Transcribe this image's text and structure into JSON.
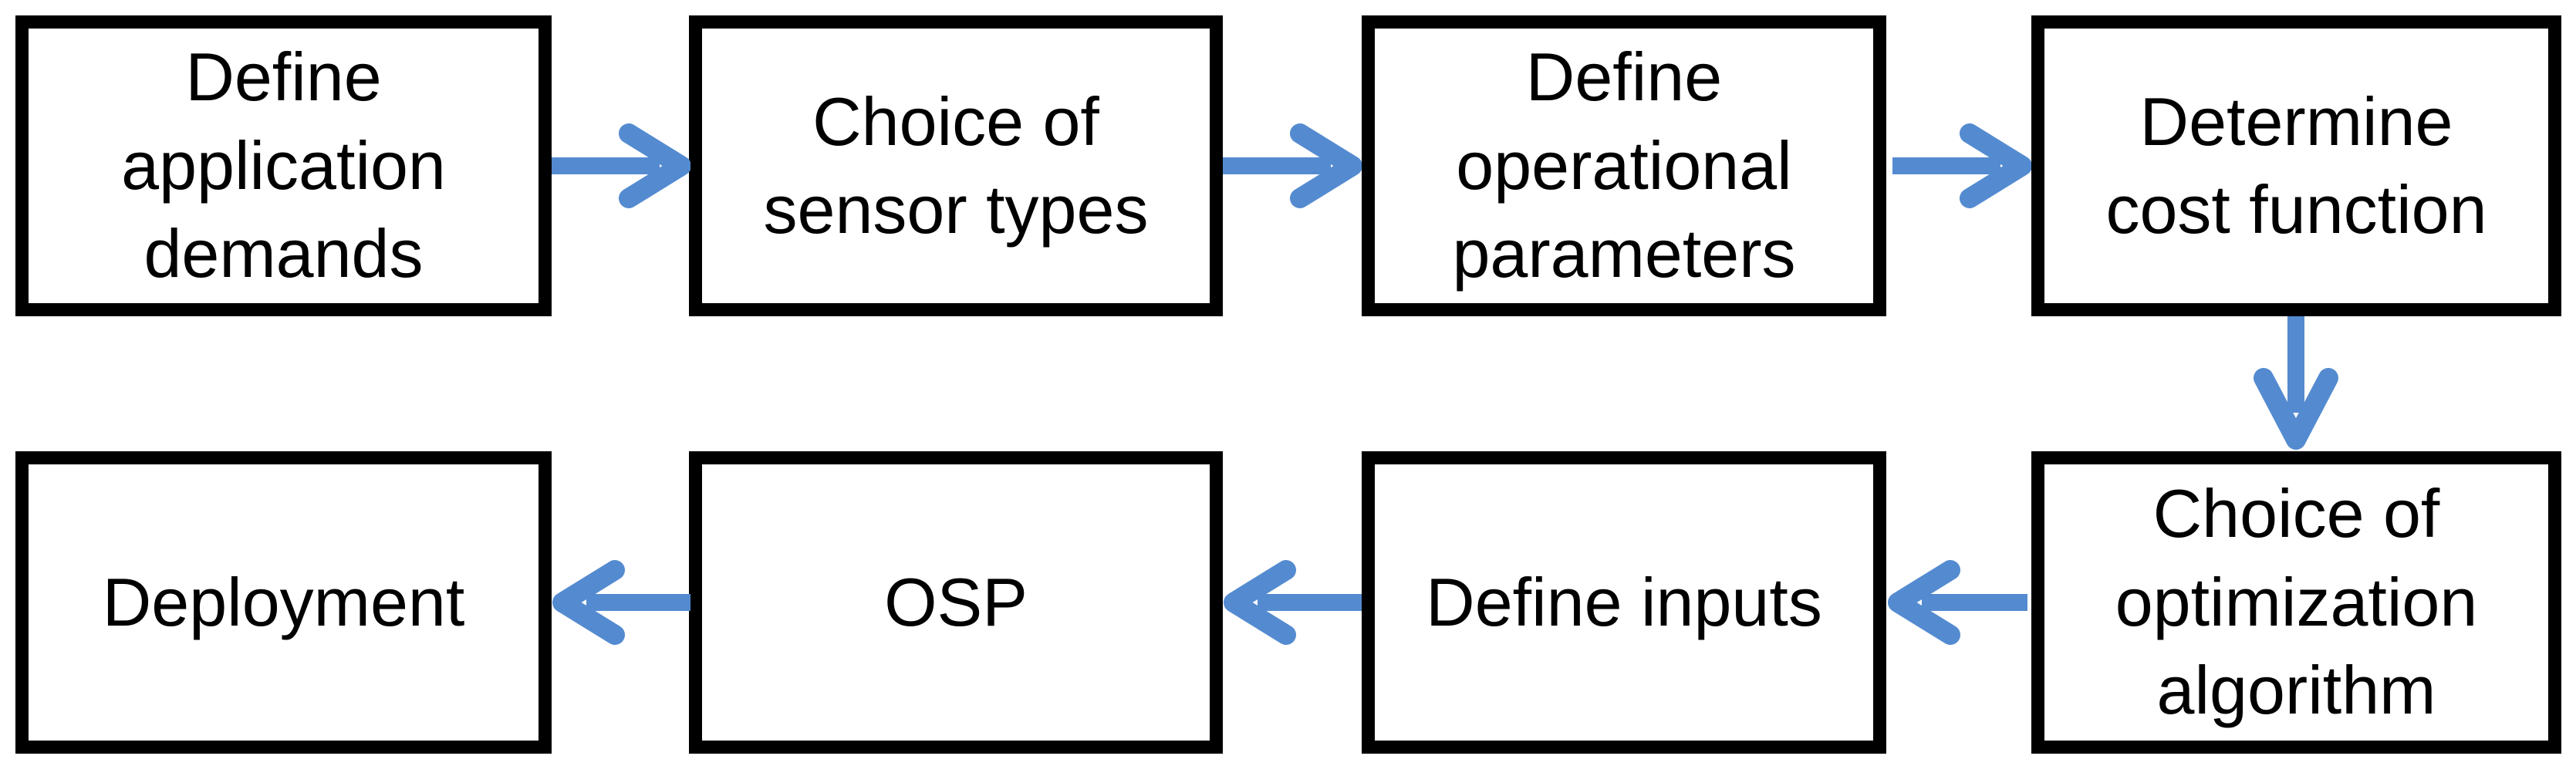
{
  "diagram": {
    "type": "flowchart",
    "colors": {
      "arrow": "#548BD0",
      "box_border": "#000000",
      "background": "#FFFFFF",
      "text": "#000000"
    },
    "boxes": [
      {
        "id": "define-application-demands",
        "label": "Define application demands",
        "lines": [
          "Define",
          "application",
          "demands"
        ]
      },
      {
        "id": "choice-of-sensor-types",
        "label": "Choice of sensor types",
        "lines": [
          "Choice of",
          "sensor types"
        ]
      },
      {
        "id": "define-operational-parameters",
        "label": "Define operational parameters",
        "lines": [
          "Define",
          "operational",
          "parameters"
        ]
      },
      {
        "id": "determine-cost-function",
        "label": "Determine cost function",
        "lines": [
          "Determine",
          "cost function"
        ]
      },
      {
        "id": "choice-of-optimization-algorithm",
        "label": "Choice of optimization algorithm",
        "lines": [
          "Choice of",
          "optimization",
          "algorithm"
        ]
      },
      {
        "id": "define-inputs",
        "label": "Define inputs",
        "lines": [
          "Define inputs"
        ]
      },
      {
        "id": "osp",
        "label": "OSP",
        "lines": [
          "OSP"
        ]
      },
      {
        "id": "deployment",
        "label": "Deployment",
        "lines": [
          "Deployment"
        ]
      }
    ],
    "arrows": [
      {
        "from": "define-application-demands",
        "to": "choice-of-sensor-types",
        "direction": "right"
      },
      {
        "from": "choice-of-sensor-types",
        "to": "define-operational-parameters",
        "direction": "right"
      },
      {
        "from": "define-operational-parameters",
        "to": "determine-cost-function",
        "direction": "right"
      },
      {
        "from": "determine-cost-function",
        "to": "choice-of-optimization-algorithm",
        "direction": "down"
      },
      {
        "from": "choice-of-optimization-algorithm",
        "to": "define-inputs",
        "direction": "left"
      },
      {
        "from": "define-inputs",
        "to": "osp",
        "direction": "left"
      },
      {
        "from": "osp",
        "to": "deployment",
        "direction": "left"
      }
    ]
  }
}
